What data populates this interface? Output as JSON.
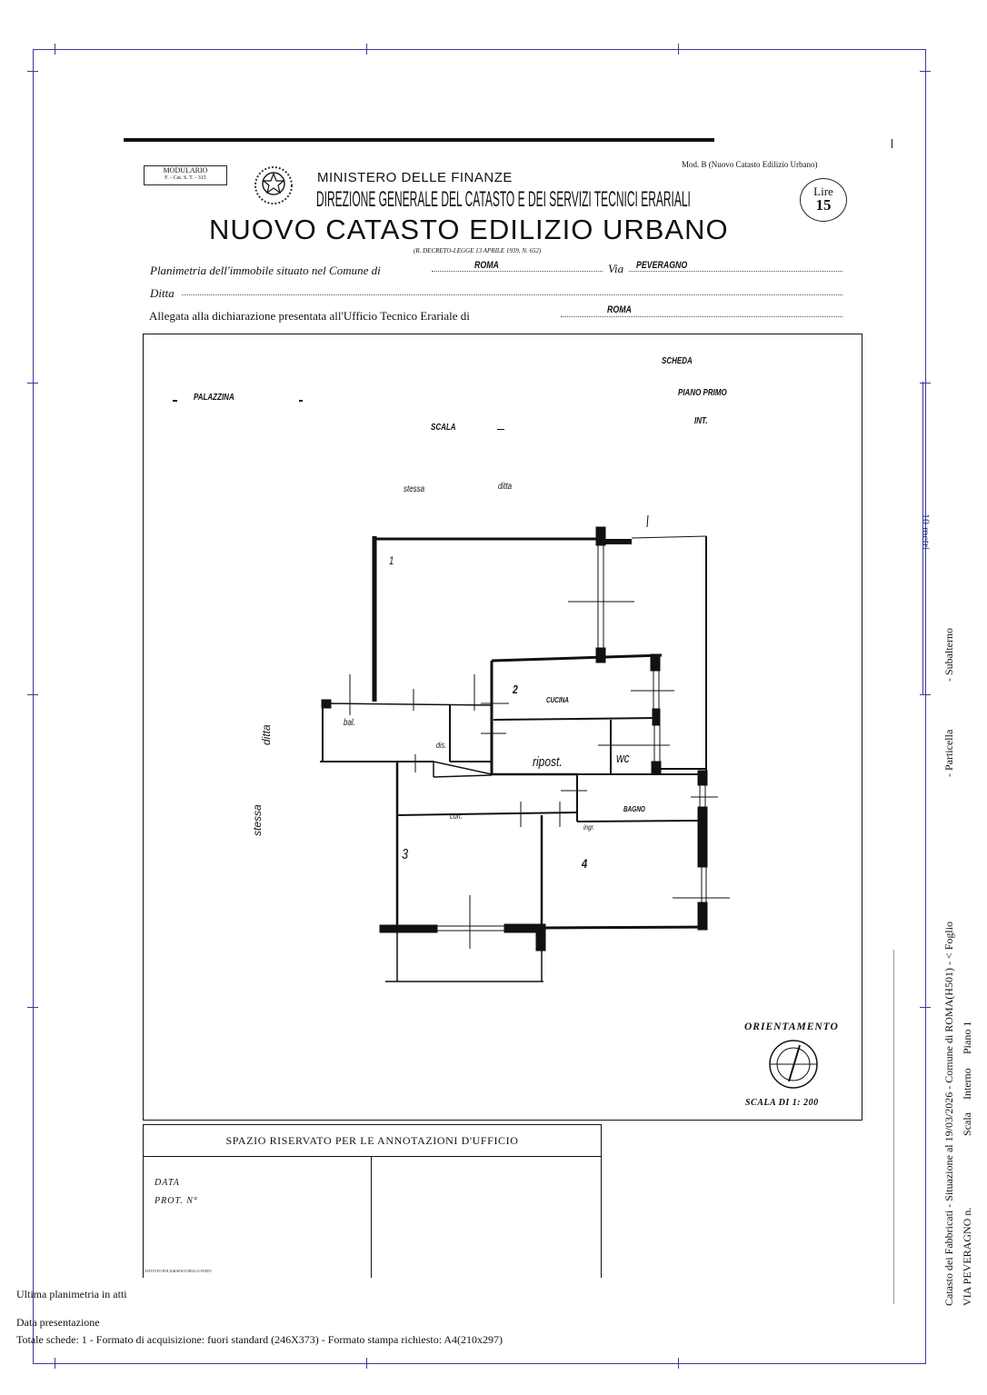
{
  "form": {
    "modulario_line1": "MODULARIO",
    "modulario_line2": "F. - Cat. S. T. - 315",
    "mod_b": "Mod. B (Nuovo Catasto Edilizio Urbano)",
    "ministry": "MINISTERO DELLE FINANZE",
    "direction": "DIREZIONE GENERALE DEL CATASTO E DEI SERVIZI TECNICI ERARIALI",
    "title": "NUOVO CATASTO EDILIZIO URBANO",
    "decree": "(R. DECRETO-LEGGE 13 APRILE 1939, N. 652)",
    "stamp_label": "Lire",
    "stamp_value": "15",
    "planimetria_label": "Planimetria dell'immobile situato nel Comune di",
    "comune_value": "ROMA",
    "via_label": "Via",
    "via_value": "PEVERAGNO",
    "ditta_label": "Ditta",
    "allegata_label": "Allegata alla dichiarazione presentata all'Ufficio Tecnico Erariale di",
    "ufficio_value": "ROMA"
  },
  "plan": {
    "palazzina": "PALAZZINA",
    "scala": "SCALA",
    "scheda": "SCHEDA",
    "piano": "PIANO PRIMO",
    "int": "INT.",
    "stessa": "stessa",
    "ditta": "ditta",
    "stessa_side": "stessa",
    "ditta_side": "ditta",
    "room1": "1",
    "room2": "2",
    "room3": "3",
    "room4": "4",
    "cucina": "CUCINA",
    "bal": "bal.",
    "ripost": "ripost.",
    "wc": "wc",
    "bagno": "BAGNO",
    "ingresso": "ingr.",
    "disimpegno": "dis.",
    "corridoio": "corr.",
    "orientamento": "ORIENTAMENTO",
    "scala_di": "SCALA DI 1: 200"
  },
  "annotations": {
    "header": "SPAZIO RISERVATO PER LE ANNOTAZIONI D'UFFICIO",
    "data_label": "DATA",
    "prot_label": "PROT. N°",
    "printer": "ISTITUTO POLIGRAFICO DELLO STATO"
  },
  "footer": {
    "ultima": "Ultima planimetria in atti",
    "data_presentazione": "Data presentazione",
    "totale": "Totale schede: 1 - Formato di acquisizione: fuori standard (246X373) - Formato stampa richiesto: A4(210x297)"
  },
  "side": {
    "scale_label": "10 metri",
    "line1": "Catasto dei Fabbricati - Situazione al 19/03/2026 - Comune di ROMA(H501) - < Foglio",
    "particella": "- Particella",
    "subalterno": "- Subalterno",
    "line2": "VIA PEVERAGNO n.",
    "scala": "Scala",
    "interno": "Interno",
    "piano": "Piano 1"
  }
}
